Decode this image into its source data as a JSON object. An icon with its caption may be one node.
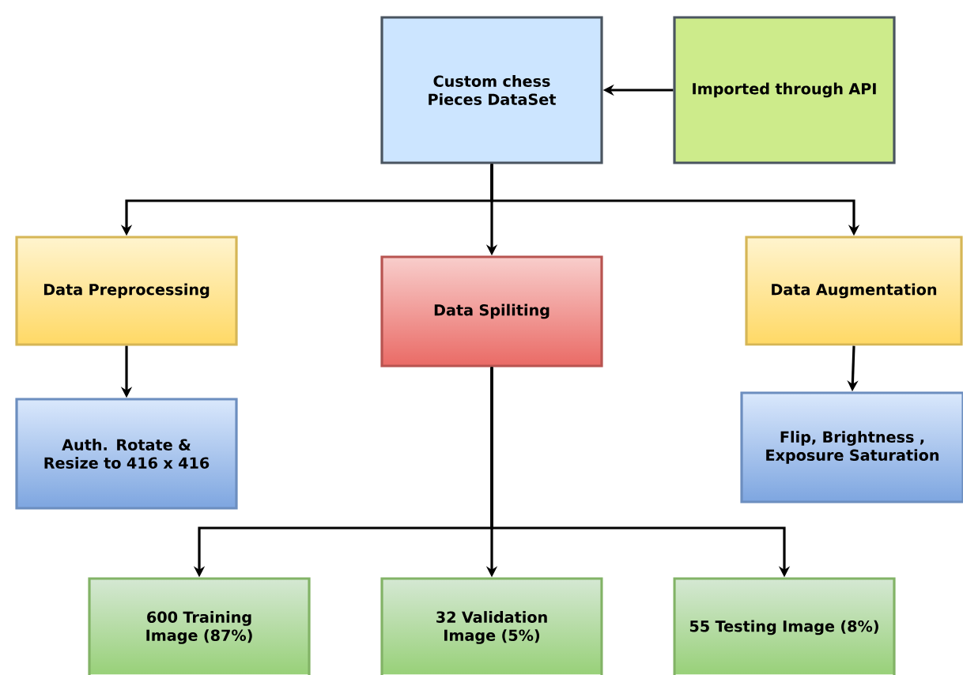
{
  "diagram": {
    "nodes": [
      {
        "text": [
          "Custom chess Pieces DataSet"
        ]
      },
      {
        "text": [
          "Imported through API"
        ]
      },
      {
        "text": [
          "Data Preprocessing"
        ]
      },
      {
        "text": [
          "Data Spiliting"
        ]
      },
      {
        "text": [
          "Data Augmentation"
        ]
      },
      {
        "text": [
          "Auth. Rotate & Resize to 416 x 416"
        ]
      },
      {
        "text": [
          "Flip, Brightness , Exposure Saturation"
        ]
      },
      {
        "text": [
          "600 Training Image (87%)"
        ]
      },
      {
        "text": [
          "32 Validation Image (5%)"
        ]
      },
      {
        "text": [
          "55 Testing Image (8%)"
        ]
      }
    ],
    "edges": [
      {
        "from": 1,
        "to": 0,
        "arrow": "to"
      },
      {
        "from": 0,
        "to": 2,
        "arrow": "to"
      },
      {
        "from": 0,
        "to": 3,
        "arrow": "to"
      },
      {
        "from": 0,
        "to": 4,
        "arrow": "to"
      },
      {
        "from": 2,
        "to": 5,
        "arrow": "to"
      },
      {
        "from": 4,
        "to": 6,
        "arrow": "to"
      },
      {
        "from": 3,
        "to": 7,
        "arrow": "to"
      },
      {
        "from": 3,
        "to": 8,
        "arrow": "to"
      },
      {
        "from": 3,
        "to": 9,
        "arrow": "to"
      }
    ]
  }
}
